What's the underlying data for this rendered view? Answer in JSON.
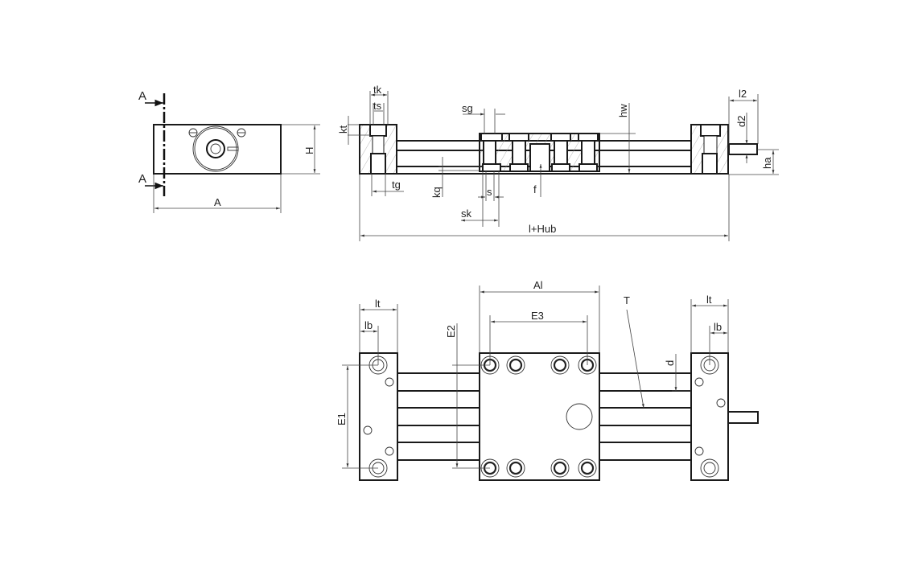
{
  "drawing": {
    "views": {
      "end_view": {
        "section_marker_top": "A",
        "section_marker_bottom": "A",
        "width_label": "A",
        "height_label": "H"
      },
      "side_section": {
        "labels": {
          "tk": "tk",
          "ts": "ts",
          "kt": "kt",
          "tg": "tg",
          "kq": "kq",
          "sg": "sg",
          "s": "s",
          "sk": "sk",
          "f": "f",
          "hw": "hw",
          "l2": "l2",
          "d2": "d2",
          "ha": "ha",
          "overall_length": "l+Hub"
        }
      },
      "top_view": {
        "labels": {
          "lt_left": "lt",
          "lb_left": "lb",
          "E1": "E1",
          "E2": "E2",
          "Al": "Al",
          "E3": "E3",
          "T": "T",
          "d": "d",
          "lt_right": "lt",
          "lb_right": "lb"
        }
      }
    }
  }
}
